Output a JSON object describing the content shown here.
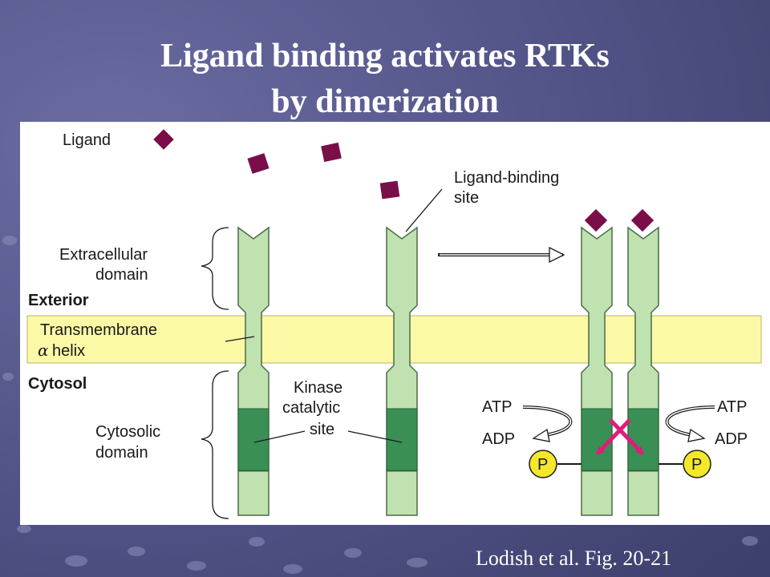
{
  "slide": {
    "title_line1": "Ligand binding activates RTKs",
    "title_line2": "by dimerization",
    "citation": "Lodish et al. Fig. 20-21"
  },
  "figure": {
    "labels": {
      "ligand": "Ligand",
      "ligand_binding_site_1": "Ligand-binding",
      "ligand_binding_site_2": "site",
      "extracellular_1": "Extracellular",
      "extracellular_2": "domain",
      "exterior": "Exterior",
      "transmembrane_1": "Transmembrane",
      "transmembrane_alpha": "α",
      "transmembrane_2": "helix",
      "cytosol": "Cytosol",
      "kinase_1": "Kinase",
      "kinase_2": "catalytic",
      "kinase_3": "site",
      "cytosolic_1": "Cytosolic",
      "cytosolic_2": "domain",
      "atp_left": "ATP",
      "adp_left": "ADP",
      "atp_right": "ATP",
      "adp_right": "ADP",
      "phosphate_left": "P",
      "phosphate_right": "P"
    },
    "colors": {
      "background": "#54568a",
      "membrane": "#fbf8a6",
      "receptor_light": "#bfe2b0",
      "receptor_dark": "#3a8f55",
      "ligand": "#7a0e48",
      "cross_arrows": "#e01c7a",
      "phosphate": "#f5e82a"
    }
  }
}
